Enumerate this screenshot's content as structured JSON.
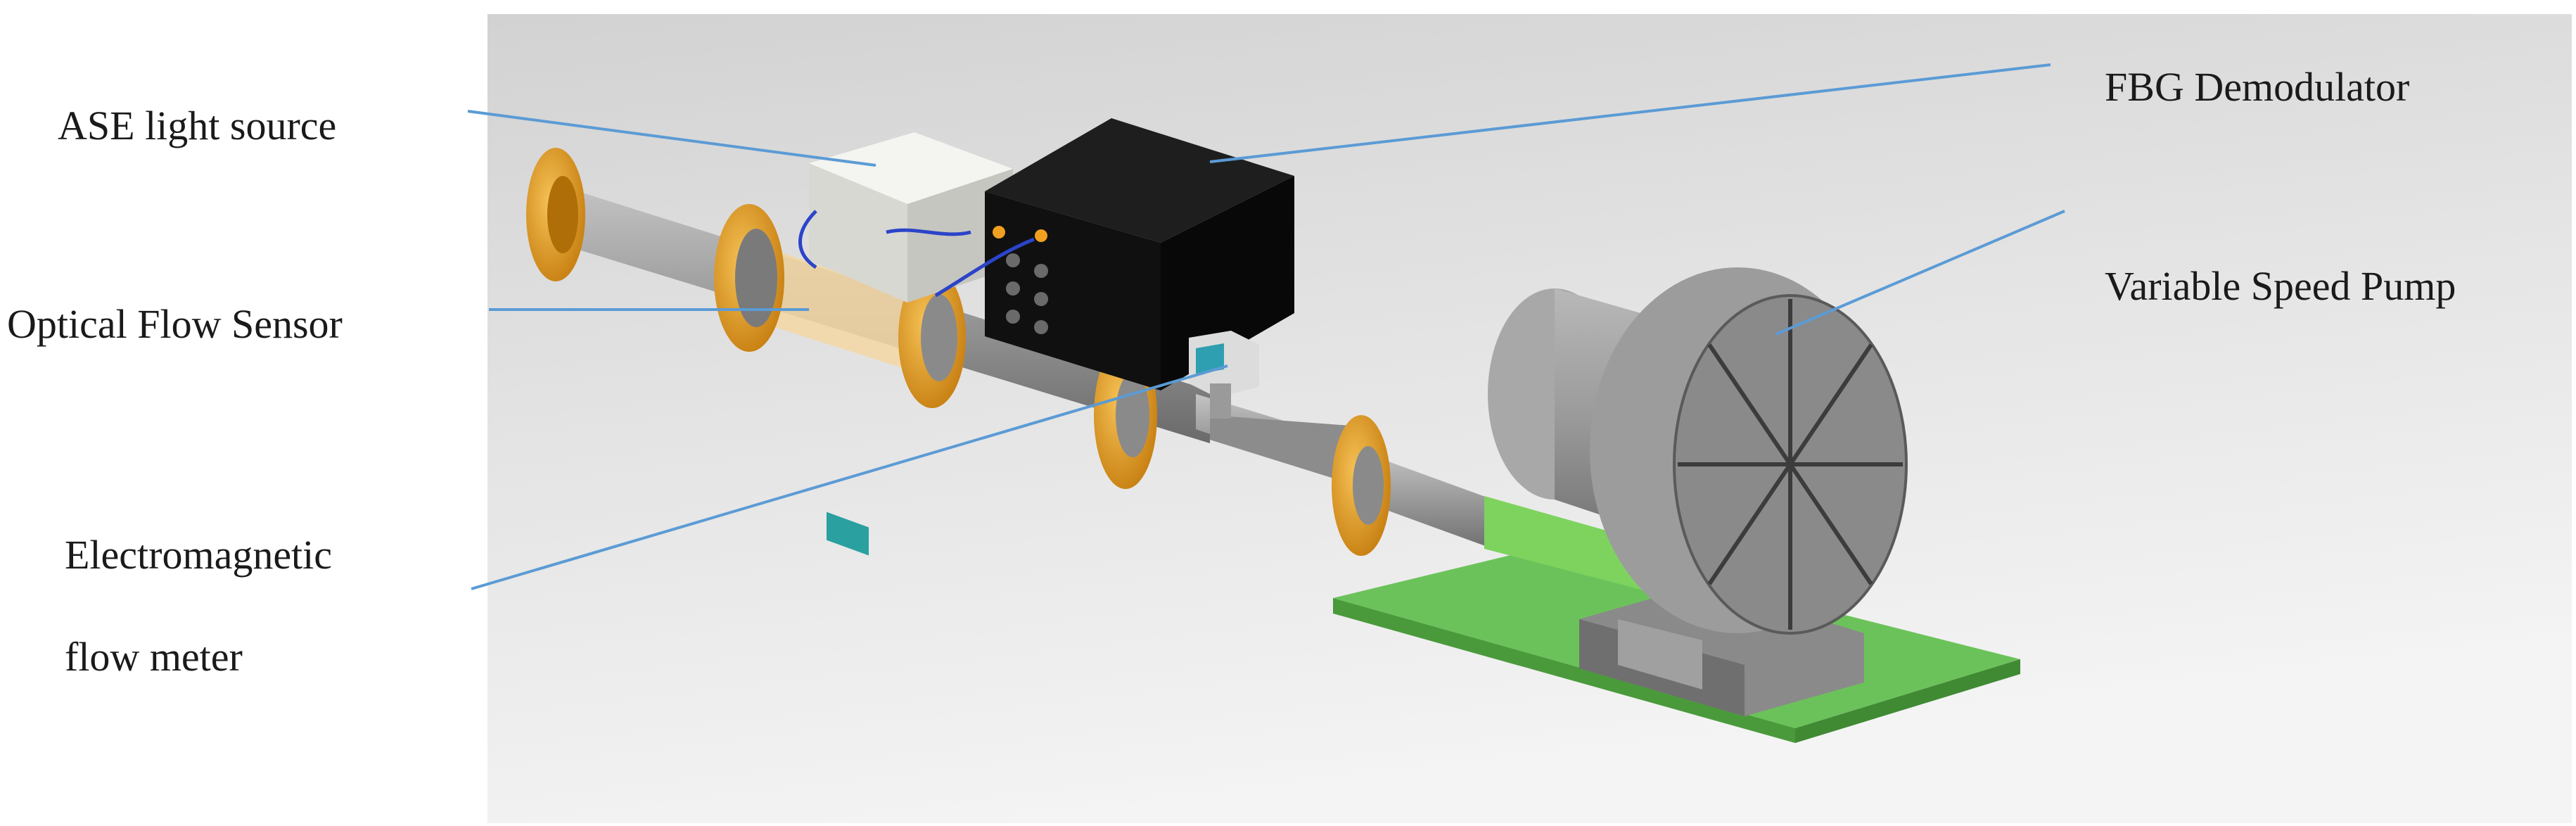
{
  "labels": {
    "ase_light_source": "ASE light source",
    "optical_flow_sensor": "Optical Flow Sensor",
    "electromagnetic_line1": "Electromagnetic",
    "electromagnetic_line2": "flow meter",
    "fbg_demodulator": "FBG Demodulator",
    "variable_speed_pump": "Variable Speed Pump"
  },
  "colors": {
    "leader_line": "#5b9bd5",
    "flange": "#e8a21a",
    "pipe": "#9a9a9a",
    "base_plate": "#6cc25a",
    "coupling": "#7ed35f",
    "demodulator_box": "#141414",
    "ase_box": "#eeeeea",
    "sensor_section": "#f3d7a3",
    "pump": "#8a8a8a"
  }
}
